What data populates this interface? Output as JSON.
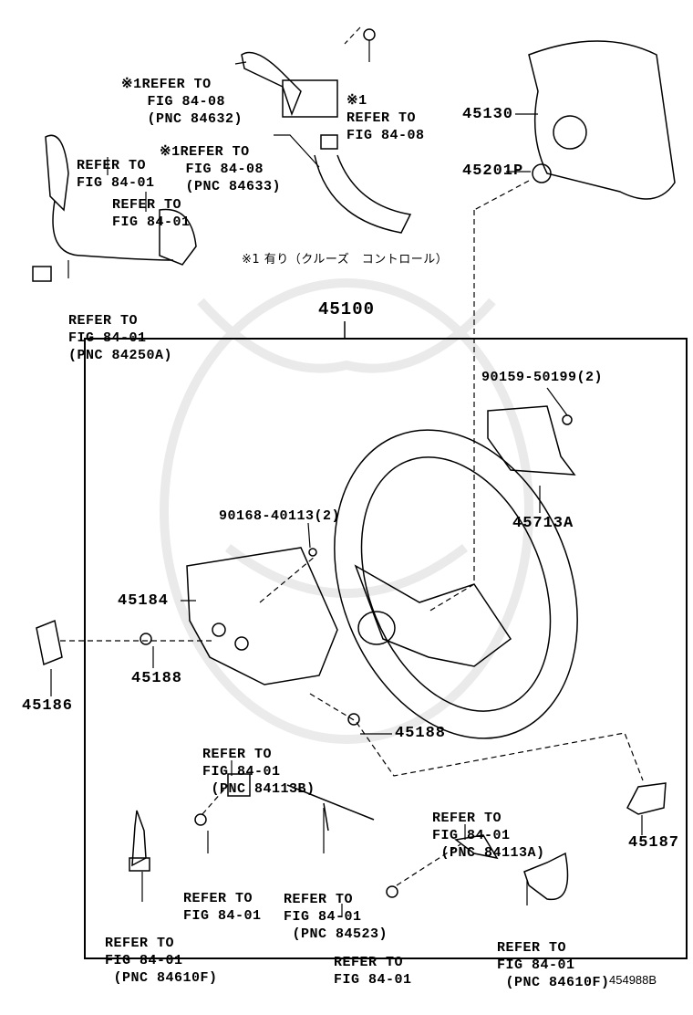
{
  "note": "※1 有り（クルーズ　コントロール）",
  "assembly_number": "45100",
  "figure_code": "454988B",
  "callouts": [
    {
      "id": "refer-84632",
      "lines": [
        "※1REFER TO",
        "   FIG 84-08",
        "   (PNC 84632)"
      ]
    },
    {
      "id": "refer-84-08-screw",
      "lines": [
        "※1",
        "REFER TO",
        "FIG 84-08"
      ]
    },
    {
      "id": "refer-84633",
      "lines": [
        "※1REFER TO",
        "   FIG 84-08",
        "   (PNC 84633)"
      ]
    },
    {
      "id": "refer-84-01-a",
      "lines": [
        "REFER TO",
        "FIG 84-01"
      ]
    },
    {
      "id": "refer-84-01-b",
      "lines": [
        "REFER TO",
        "FIG 84-01"
      ]
    },
    {
      "id": "refer-84250a",
      "lines": [
        "REFER TO",
        "FIG 84-01",
        "(PNC 84250A)"
      ]
    },
    {
      "id": "refer-84113b",
      "lines": [
        "REFER TO",
        "FIG 84-01",
        " (PNC 84113B)"
      ]
    },
    {
      "id": "refer-84113a",
      "lines": [
        "REFER TO",
        "FIG 84-01",
        " (PNC 84113A)"
      ]
    },
    {
      "id": "refer-84-01-c",
      "lines": [
        "REFER TO",
        "FIG 84-01"
      ]
    },
    {
      "id": "refer-84523",
      "lines": [
        "REFER TO",
        "FIG 84-01",
        " (PNC 84523)"
      ]
    },
    {
      "id": "refer-84610f-left",
      "lines": [
        "REFER TO",
        "FIG 84-01",
        " (PNC 84610F)"
      ]
    },
    {
      "id": "refer-84-01-d",
      "lines": [
        "REFER TO",
        "FIG 84-01"
      ]
    },
    {
      "id": "refer-84610f-right",
      "lines": [
        "REFER TO",
        "FIG 84-01",
        " (PNC 84610F)"
      ]
    }
  ],
  "parts": {
    "p45130": "45130",
    "p45201P": "45201P",
    "p90159": "90159-50199(2)",
    "p45713A": "45713A",
    "p90168": "90168-40113(2)",
    "p45184": "45184",
    "p45188a": "45188",
    "p45186": "45186",
    "p45188b": "45188",
    "p45187": "45187"
  }
}
